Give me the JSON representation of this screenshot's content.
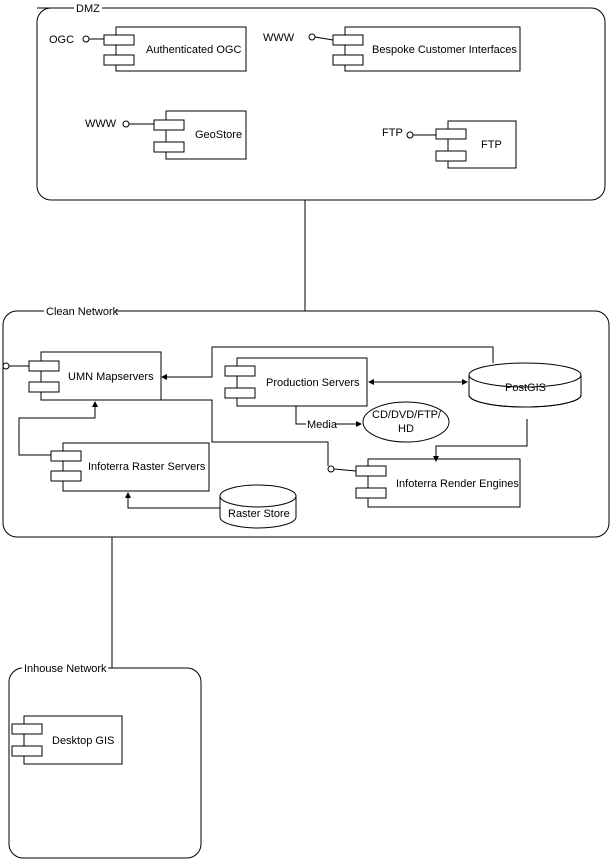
{
  "containers": {
    "dmz": "DMZ",
    "clean": "Clean Network",
    "inhouse": "Inhouse Network"
  },
  "components": {
    "authenticated_ogc": "Authenticated OGC",
    "bespoke": "Bespoke Customer Interfaces",
    "geostore": "GeoStore",
    "ftp": "FTP",
    "umn": "UMN Mapservers",
    "production": "Production Servers",
    "raster_servers": "Infoterra Raster Servers",
    "render_engines": "Infoterra Render Engines",
    "desktop_gis": "Desktop GIS"
  },
  "datastores": {
    "postgis": "PostGIS",
    "raster_store": "Raster Store"
  },
  "media_output": {
    "line1": "CD/DVD/FTP/",
    "line2": "HD"
  },
  "interfaces": {
    "ogc": "OGC",
    "www_bespoke": "WWW",
    "www_geostore": "WWW",
    "ftp": "FTP"
  },
  "connector_labels": {
    "media": "Media"
  }
}
